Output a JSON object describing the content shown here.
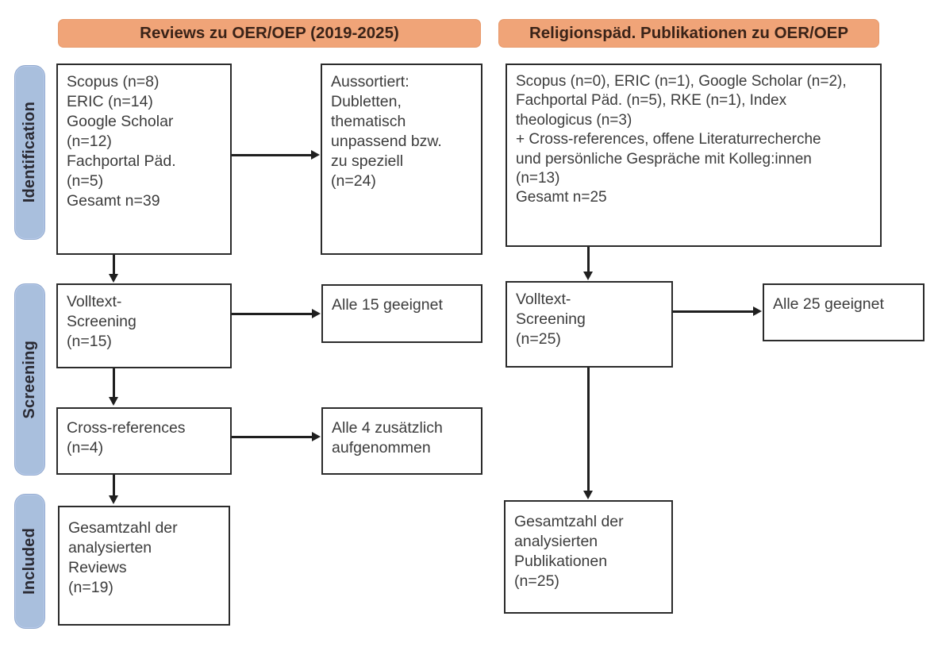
{
  "figure": {
    "type": "prisma-flow-diagram",
    "accent_orange": "#f0a478",
    "accent_blue": "#a9bfdd",
    "box_border": "#2b2b2b"
  },
  "stages": [
    {
      "key": "identification",
      "label": "Identification"
    },
    {
      "key": "screening",
      "label": "Screening"
    },
    {
      "key": "included",
      "label": "Included"
    }
  ],
  "columns": [
    {
      "key": "reviews",
      "header": "Reviews zu OER/OEP (2019-2025)"
    },
    {
      "key": "religionspaed",
      "header": "Religionspäd. Publikationen zu OER/OEP"
    }
  ],
  "boxes": {
    "left_identification": {
      "name": "sources-reviews",
      "lines": [
        "Scopus (n=8)",
        "ERIC (n=14)",
        "Google Scholar",
        "(n=12)",
        "Fachportal Päd.",
        "(n=5)",
        "Gesamt n=39"
      ]
    },
    "left_excluded": {
      "name": "excluded-reviews",
      "lines": [
        "Aussortiert:",
        "Dubletten,",
        "thematisch",
        "unpassend bzw.",
        "zu speziell",
        "(n=24)"
      ]
    },
    "left_screening": {
      "name": "fulltext-screening-reviews",
      "lines": [
        "Volltext-",
        "Screening",
        "(n=15)"
      ]
    },
    "left_screening_result": {
      "name": "screening-result-reviews",
      "lines": [
        "Alle 15 geeignet"
      ]
    },
    "left_crossrefs": {
      "name": "cross-references-reviews",
      "lines": [
        "Cross-references",
        "(n=4)"
      ]
    },
    "left_crossrefs_result": {
      "name": "cross-references-result-reviews",
      "lines": [
        "Alle 4 zusätzlich",
        "aufgenommen"
      ]
    },
    "left_included": {
      "name": "included-reviews",
      "lines": [
        "Gesamtzahl der",
        "analysierten",
        "Reviews",
        "(n=19)"
      ]
    },
    "right_identification": {
      "name": "sources-publications",
      "lines": [
        "Scopus (n=0), ERIC (n=1), Google Scholar (n=2),",
        "Fachportal Päd. (n=5), RKE (n=1), Index",
        "theologicus (n=3)",
        "+ Cross-references, offene Literaturrecherche",
        "und persönliche Gespräche mit Kolleg:innen",
        "(n=13)",
        "Gesamt n=25"
      ]
    },
    "right_screening": {
      "name": "fulltext-screening-publications",
      "lines": [
        "Volltext-",
        "Screening",
        "(n=25)"
      ]
    },
    "right_screening_result": {
      "name": "screening-result-publications",
      "lines": [
        "Alle 25 geeignet"
      ]
    },
    "right_included": {
      "name": "included-publications",
      "lines": [
        "Gesamtzahl der",
        "analysierten",
        "Publikationen",
        "(n=25)"
      ]
    }
  }
}
